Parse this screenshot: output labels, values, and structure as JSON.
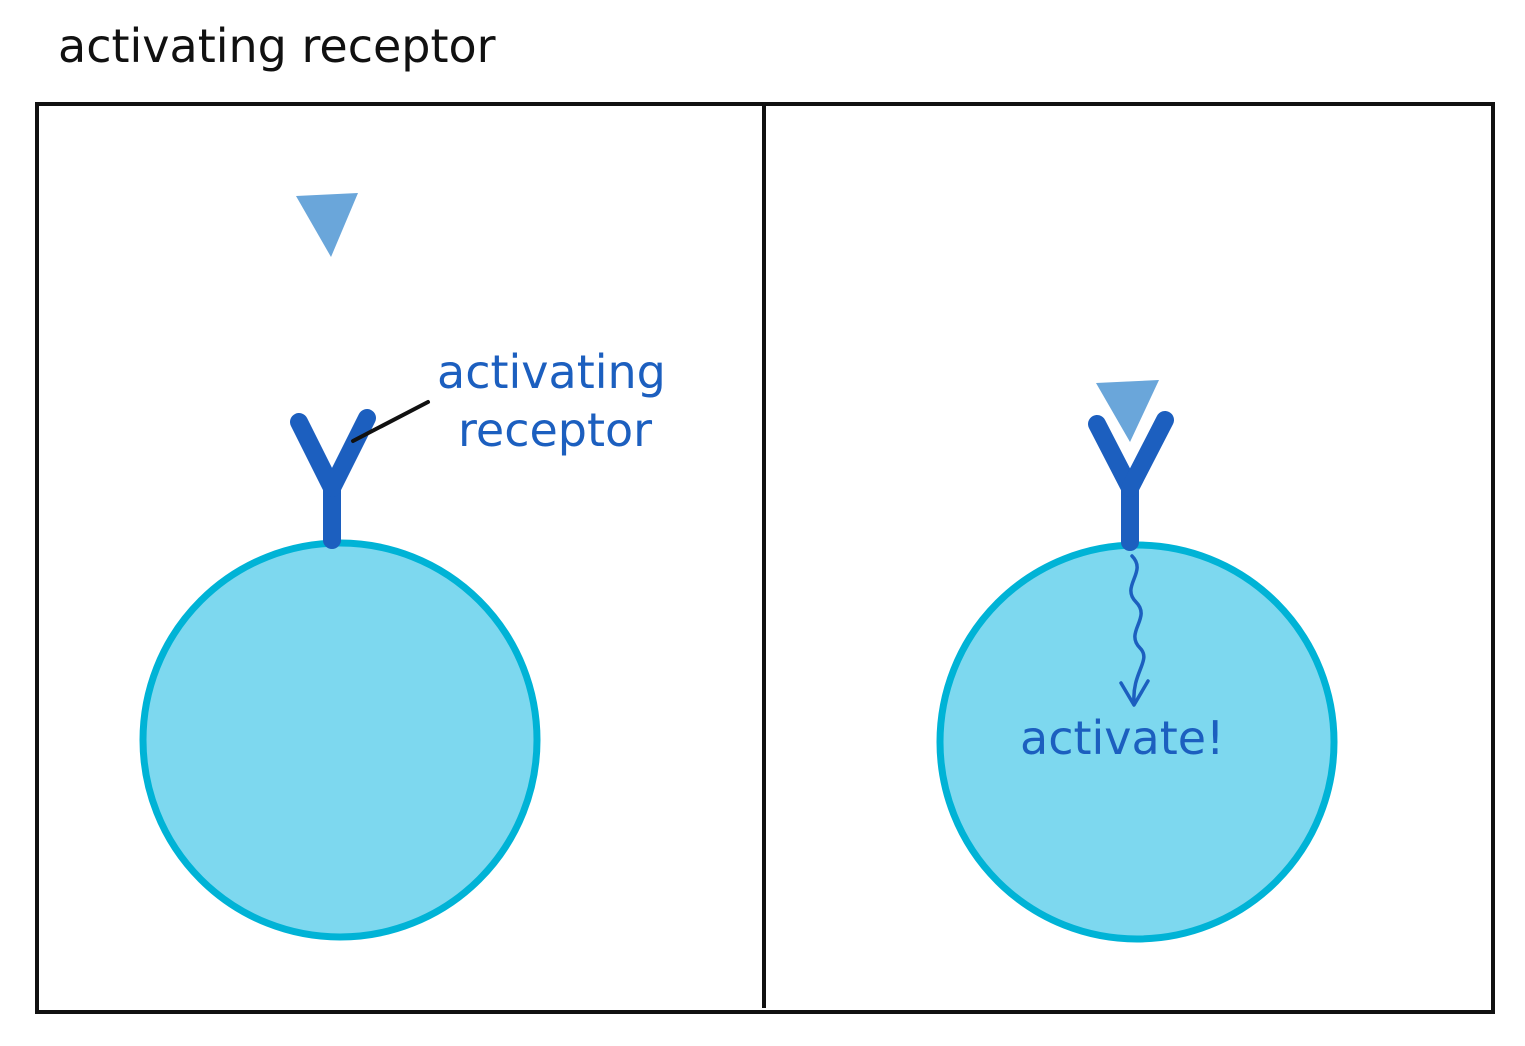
{
  "title": "activating receptor",
  "left_panel": {
    "receptor_label_line1": "activating",
    "receptor_label_line2": "receptor"
  },
  "right_panel": {
    "signal_label": "activate!"
  },
  "colors": {
    "frame": "#111111",
    "cell_fill": "#7dd8ef",
    "cell_stroke": "#00b3d6",
    "receptor": "#1c5fbf",
    "ligand": "#6aa6da",
    "label": "#1c5fbf"
  }
}
